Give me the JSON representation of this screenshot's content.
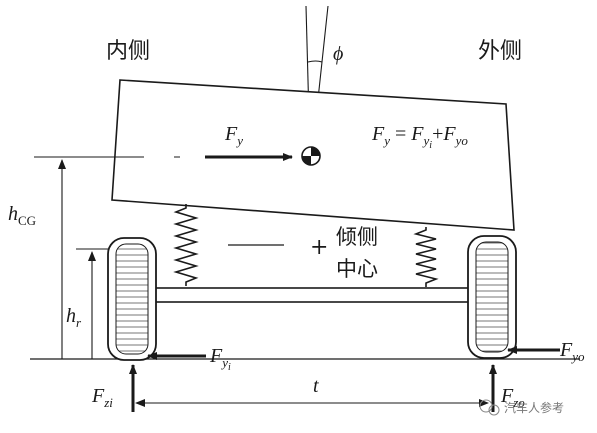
{
  "side_labels": {
    "inner": "内侧",
    "outer": "外侧"
  },
  "roll_center_label": {
    "line1": "倾侧",
    "line2": "中心"
  },
  "symbols": {
    "roll_angle": "ϕ",
    "lateral_force": {
      "main": "F",
      "sub": "y"
    },
    "force_equation": {
      "lhs_main": "F",
      "lhs_sub": "y",
      "eq": " = ",
      "r1_main": "F",
      "r1_sub": "y",
      "r1_subsub": "i",
      "plus": "+",
      "r2_main": "F",
      "r2_sub": "yo"
    },
    "cg_height": {
      "main": "h",
      "sub": "CG"
    },
    "rc_height": {
      "main": "h",
      "sub": "r"
    },
    "inner_lateral": {
      "main": "F",
      "sub": "y",
      "subsub": "i"
    },
    "outer_lateral": {
      "main": "F",
      "sub": "yo"
    },
    "inner_vertical": {
      "main": "F",
      "sub": "zi"
    },
    "outer_vertical": {
      "main": "F",
      "sub": "zo"
    },
    "track": "t",
    "roll_center_mark": "+"
  },
  "watermark": "汽车人参考",
  "colors": {
    "ink": "#1a1a1a",
    "background": "#ffffff"
  }
}
